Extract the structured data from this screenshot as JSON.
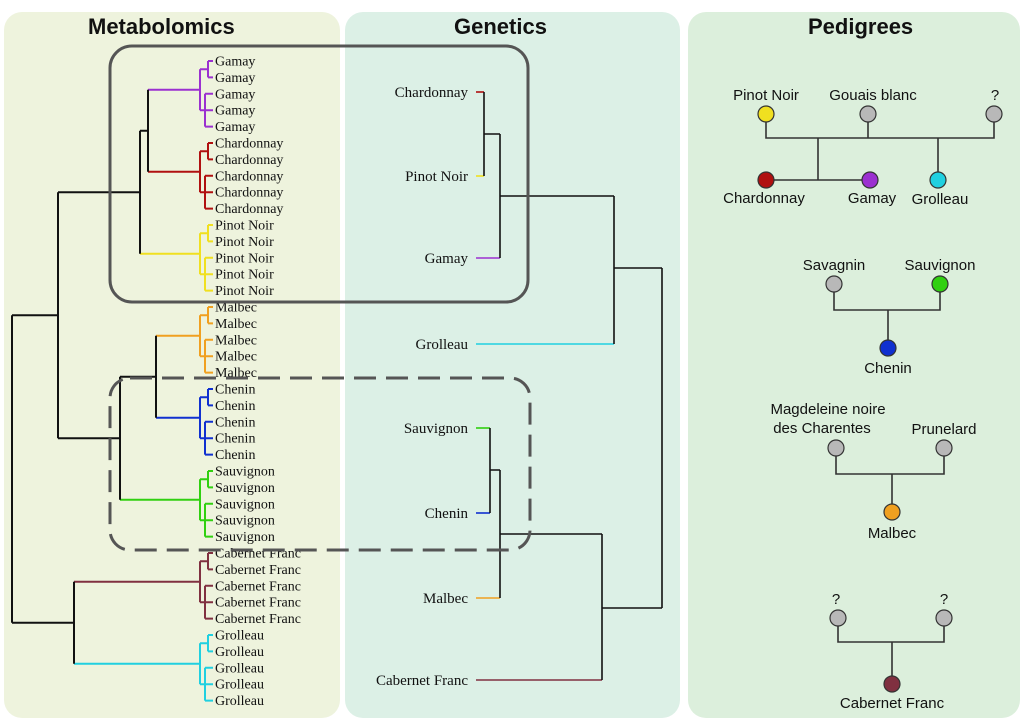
{
  "panels": {
    "metabolomics": {
      "title": "Metabolomics"
    },
    "genetics": {
      "title": "Genetics"
    },
    "pedigrees": {
      "title": "Pedigrees"
    }
  },
  "colors": {
    "gamay": "#9b30d0",
    "chardonnay": "#b01010",
    "pinot_noir": "#f0e020",
    "malbec": "#f0a020",
    "chenin": "#1030d0",
    "sauvignon": "#30d010",
    "cabernet_franc": "#803040",
    "grolleau": "#20d0e0",
    "unknown": "#b8b8b8"
  },
  "metabolomics": {
    "leaves": [
      "Gamay",
      "Gamay",
      "Gamay",
      "Gamay",
      "Gamay",
      "Chardonnay",
      "Chardonnay",
      "Chardonnay",
      "Chardonnay",
      "Chardonnay",
      "Pinot Noir",
      "Pinot Noir",
      "Pinot Noir",
      "Pinot Noir",
      "Pinot Noir",
      "Malbec",
      "Malbec",
      "Malbec",
      "Malbec",
      "Malbec",
      "Chenin",
      "Chenin",
      "Chenin",
      "Chenin",
      "Chenin",
      "Sauvignon",
      "Sauvignon",
      "Sauvignon",
      "Sauvignon",
      "Sauvignon",
      "Cabernet Franc",
      "Cabernet Franc",
      "Cabernet Franc",
      "Cabernet Franc",
      "Cabernet Franc",
      "Grolleau",
      "Grolleau",
      "Grolleau",
      "Grolleau",
      "Grolleau"
    ]
  },
  "genetics": {
    "leaves": [
      "Chardonnay",
      "Pinot Noir",
      "Gamay",
      "Grolleau",
      "Sauvignon",
      "Chenin",
      "Malbec",
      "Cabernet Franc"
    ]
  },
  "pedigrees": {
    "family1": {
      "parents": [
        "Pinot Noir",
        "Gouais blanc",
        "?"
      ],
      "children": [
        "Chardonnay",
        "Gamay",
        "Grolleau"
      ]
    },
    "family2": {
      "parents": [
        "Savagnin",
        "Sauvignon"
      ],
      "child": "Chenin"
    },
    "family3": {
      "parents": [
        "Magdeleine noire des Charentes",
        "Prunelard"
      ],
      "child": "Malbec"
    },
    "family4": {
      "parents": [
        "?",
        "?"
      ],
      "child": "Cabernet Franc"
    }
  }
}
